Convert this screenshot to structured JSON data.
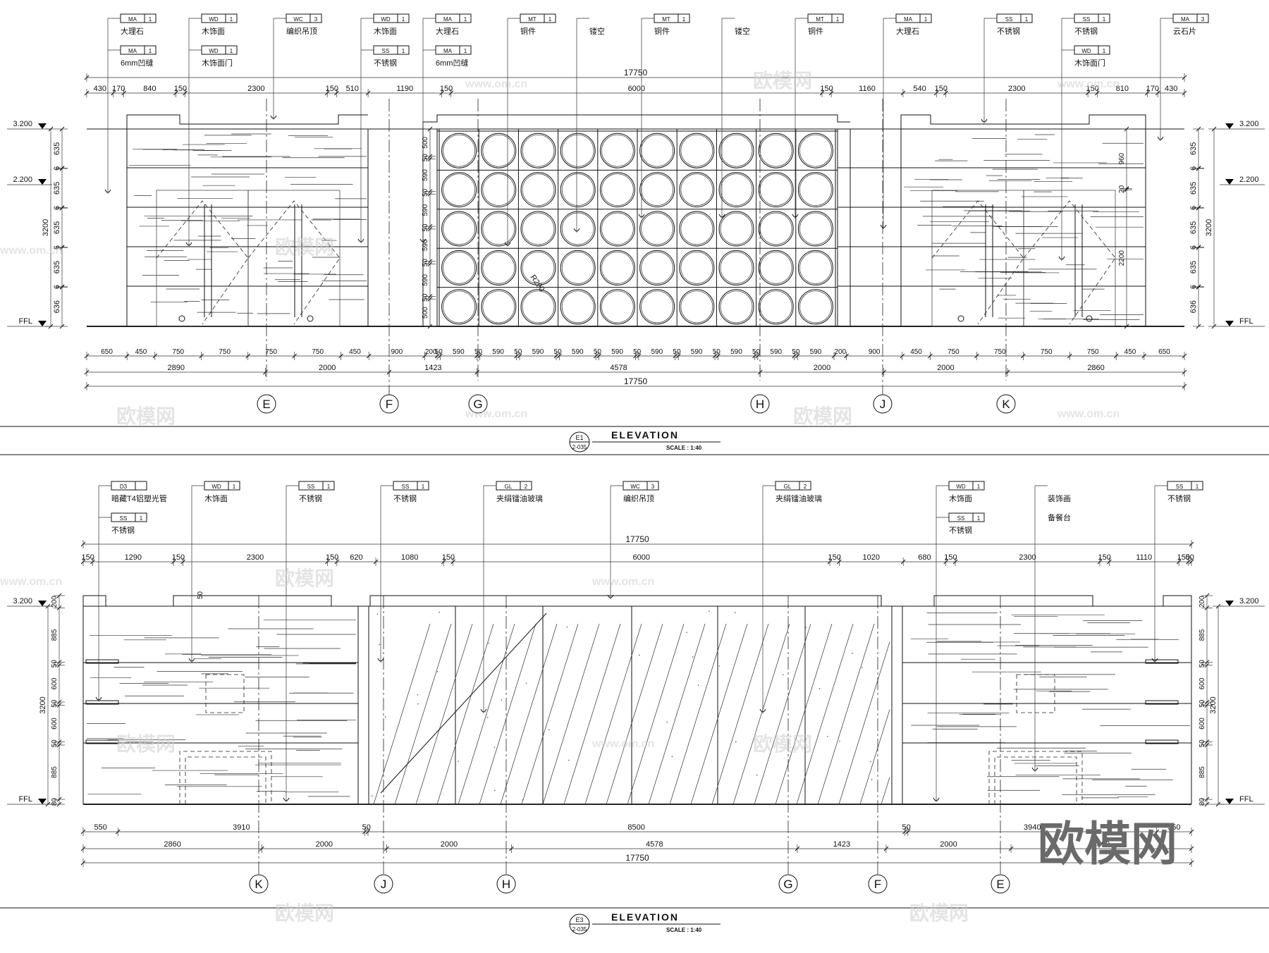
{
  "total_width": "17750",
  "total_height": "3200",
  "levels": {
    "top": "3.200",
    "mid": "2.200",
    "floor": "FFL"
  },
  "e1": {
    "tags": [
      {
        "code": "MA",
        "num": "1",
        "label": "大理石",
        "code2": "MA",
        "num2": "1",
        "label2": "6mm凹缝"
      },
      {
        "code": "WD",
        "num": "1",
        "label": "木饰面",
        "code2": "WD",
        "num2": "1",
        "label2": "木饰面门"
      },
      {
        "code": "WC",
        "num": "3",
        "label": "编织吊顶"
      },
      {
        "code": "WD",
        "num": "1",
        "label": "木饰面",
        "code2": "SS",
        "num2": "1",
        "label2": "不锈钢"
      },
      {
        "code": "MA",
        "num": "1",
        "label": "大理石",
        "code2": "MA",
        "num2": "1",
        "label2": "6mm凹缝"
      },
      {
        "code": "MT",
        "num": "1",
        "label": "铜件"
      },
      {
        "label": "镂空"
      },
      {
        "code": "MT",
        "num": "1",
        "label": "铜件"
      },
      {
        "label": "镂空"
      },
      {
        "code": "MT",
        "num": "1",
        "label": "铜件"
      },
      {
        "code": "MA",
        "num": "1",
        "label": "大理石"
      },
      {
        "code": "SS",
        "num": "1",
        "label": "不锈钢"
      },
      {
        "code": "SS",
        "num": "1",
        "label": "不锈钢",
        "code2": "WD",
        "num2": "1",
        "label2": "木饰面门"
      },
      {
        "code": "MA",
        "num": "3",
        "label": "云石片"
      }
    ],
    "top_dims": [
      "430",
      "170",
      "840",
      "150",
      "2300",
      "150",
      "510",
      "1190",
      "150",
      "6000",
      "150",
      "1160",
      "540",
      "150",
      "2300",
      "150",
      "810",
      "170",
      "430"
    ],
    "bottom_dims1": [
      "650",
      "450",
      "750",
      "750",
      "750",
      "750",
      "450",
      "900",
      "200",
      "50",
      "590",
      "50",
      "590",
      "50",
      "590",
      "50",
      "590",
      "50",
      "590",
      "50",
      "590",
      "50",
      "590",
      "50",
      "590",
      "50",
      "590",
      "50",
      "590",
      "200",
      "900",
      "450",
      "750",
      "750",
      "750",
      "750",
      "450",
      "650"
    ],
    "bottom_dims2": [
      "2890",
      "2000",
      "1423",
      "4578",
      "2000",
      "2000",
      "2860"
    ],
    "left_dims": [
      "635",
      "6",
      "635",
      "6",
      "635",
      "6",
      "635",
      "6",
      "636"
    ],
    "right_dims": [
      "635",
      "6",
      "635",
      "6",
      "635",
      "6",
      "635",
      "6",
      "636"
    ],
    "screen_dims": [
      "500",
      "50",
      "590",
      "50",
      "590",
      "50",
      "590",
      "50",
      "590",
      "50",
      "500"
    ],
    "right_door_dims": [
      "960",
      "20",
      "2200"
    ],
    "radius_label": "R290",
    "grid": [
      "E",
      "F",
      "G",
      "H",
      "J",
      "K"
    ],
    "title_code": "E1",
    "title_sheet": "2-035",
    "title": "ELEVATION",
    "scale": "SCALE :  1:40"
  },
  "e3": {
    "tags": [
      {
        "code": "D3",
        "num": "",
        "label": "暗藏T4铝塑光管",
        "code2": "SS",
        "num2": "1",
        "label2": "不锈钢"
      },
      {
        "code": "WD",
        "num": "1",
        "label": "木饰面"
      },
      {
        "code": "SS",
        "num": "1",
        "label": "不锈钢"
      },
      {
        "code": "SS",
        "num": "1",
        "label": "不锈钢"
      },
      {
        "code": "GL",
        "num": "2",
        "label": "夹绢镭油玻璃"
      },
      {
        "code": "WC",
        "num": "3",
        "label": "编织吊顶"
      },
      {
        "code": "GL",
        "num": "2",
        "label": "夹绢镭油玻璃"
      },
      {
        "code": "WD",
        "num": "1",
        "label": "木饰面",
        "code2": "SS",
        "num2": "1",
        "label2": "不锈钢"
      },
      {
        "label": "装饰画",
        "label2": "备餐台"
      },
      {
        "code": "SS",
        "num": "1",
        "label": "不锈钢"
      }
    ],
    "top_dims": [
      "150",
      "1290",
      "150",
      "2300",
      "150",
      "620",
      "1080",
      "150",
      "6000",
      "150",
      "1020",
      "680",
      "150",
      "2300",
      "150",
      "1110",
      "150",
      "50"
    ],
    "bottom_dims1": [
      "550",
      "3910",
      "50",
      "8500",
      "50",
      "3940",
      "550"
    ],
    "bottom_dims2": [
      "2860",
      "2000",
      "2000",
      "4578",
      "1423",
      "2000",
      "2890"
    ],
    "left_dims": [
      "200",
      "885",
      "50",
      "600",
      "50",
      "600",
      "50",
      "885",
      "80"
    ],
    "right_dims": [
      "200",
      "885",
      "50",
      "600",
      "50",
      "600",
      "50",
      "885",
      "80"
    ],
    "small_dim": "50",
    "grid": [
      "K",
      "J",
      "H",
      "G",
      "F",
      "E"
    ],
    "title_code": "E3",
    "title_sheet": "2-035",
    "title": "ELEVATION",
    "scale": "SCALE :  1:40"
  },
  "watermark": {
    "cn": "欧模网",
    "url": "www.om.cn",
    "brand": "欧模网"
  }
}
